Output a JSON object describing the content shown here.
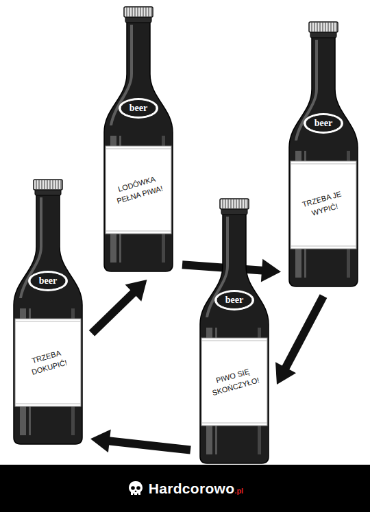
{
  "diagram": {
    "nodes": [
      {
        "text": [
          "beer",
          "LODÓWKA PEŁNA PIWA!"
        ]
      },
      {
        "text": [
          "beer",
          "TRZEBA JE WYPIĆ!"
        ]
      },
      {
        "text": [
          "beer",
          "TRZEBA DOKUPIĆ!"
        ]
      },
      {
        "text": [
          "beer",
          "PIWO SIĘ SKOŃCZYŁO!"
        ]
      }
    ],
    "edges": [
      {
        "from": 0,
        "to": 1,
        "arrow": "to"
      },
      {
        "from": 1,
        "to": 3,
        "arrow": "to"
      },
      {
        "from": 3,
        "to": 2,
        "arrow": "to"
      },
      {
        "from": 2,
        "to": 0,
        "arrow": "to"
      }
    ],
    "labels": [
      "Hardcorowo",
      ".pl"
    ]
  }
}
